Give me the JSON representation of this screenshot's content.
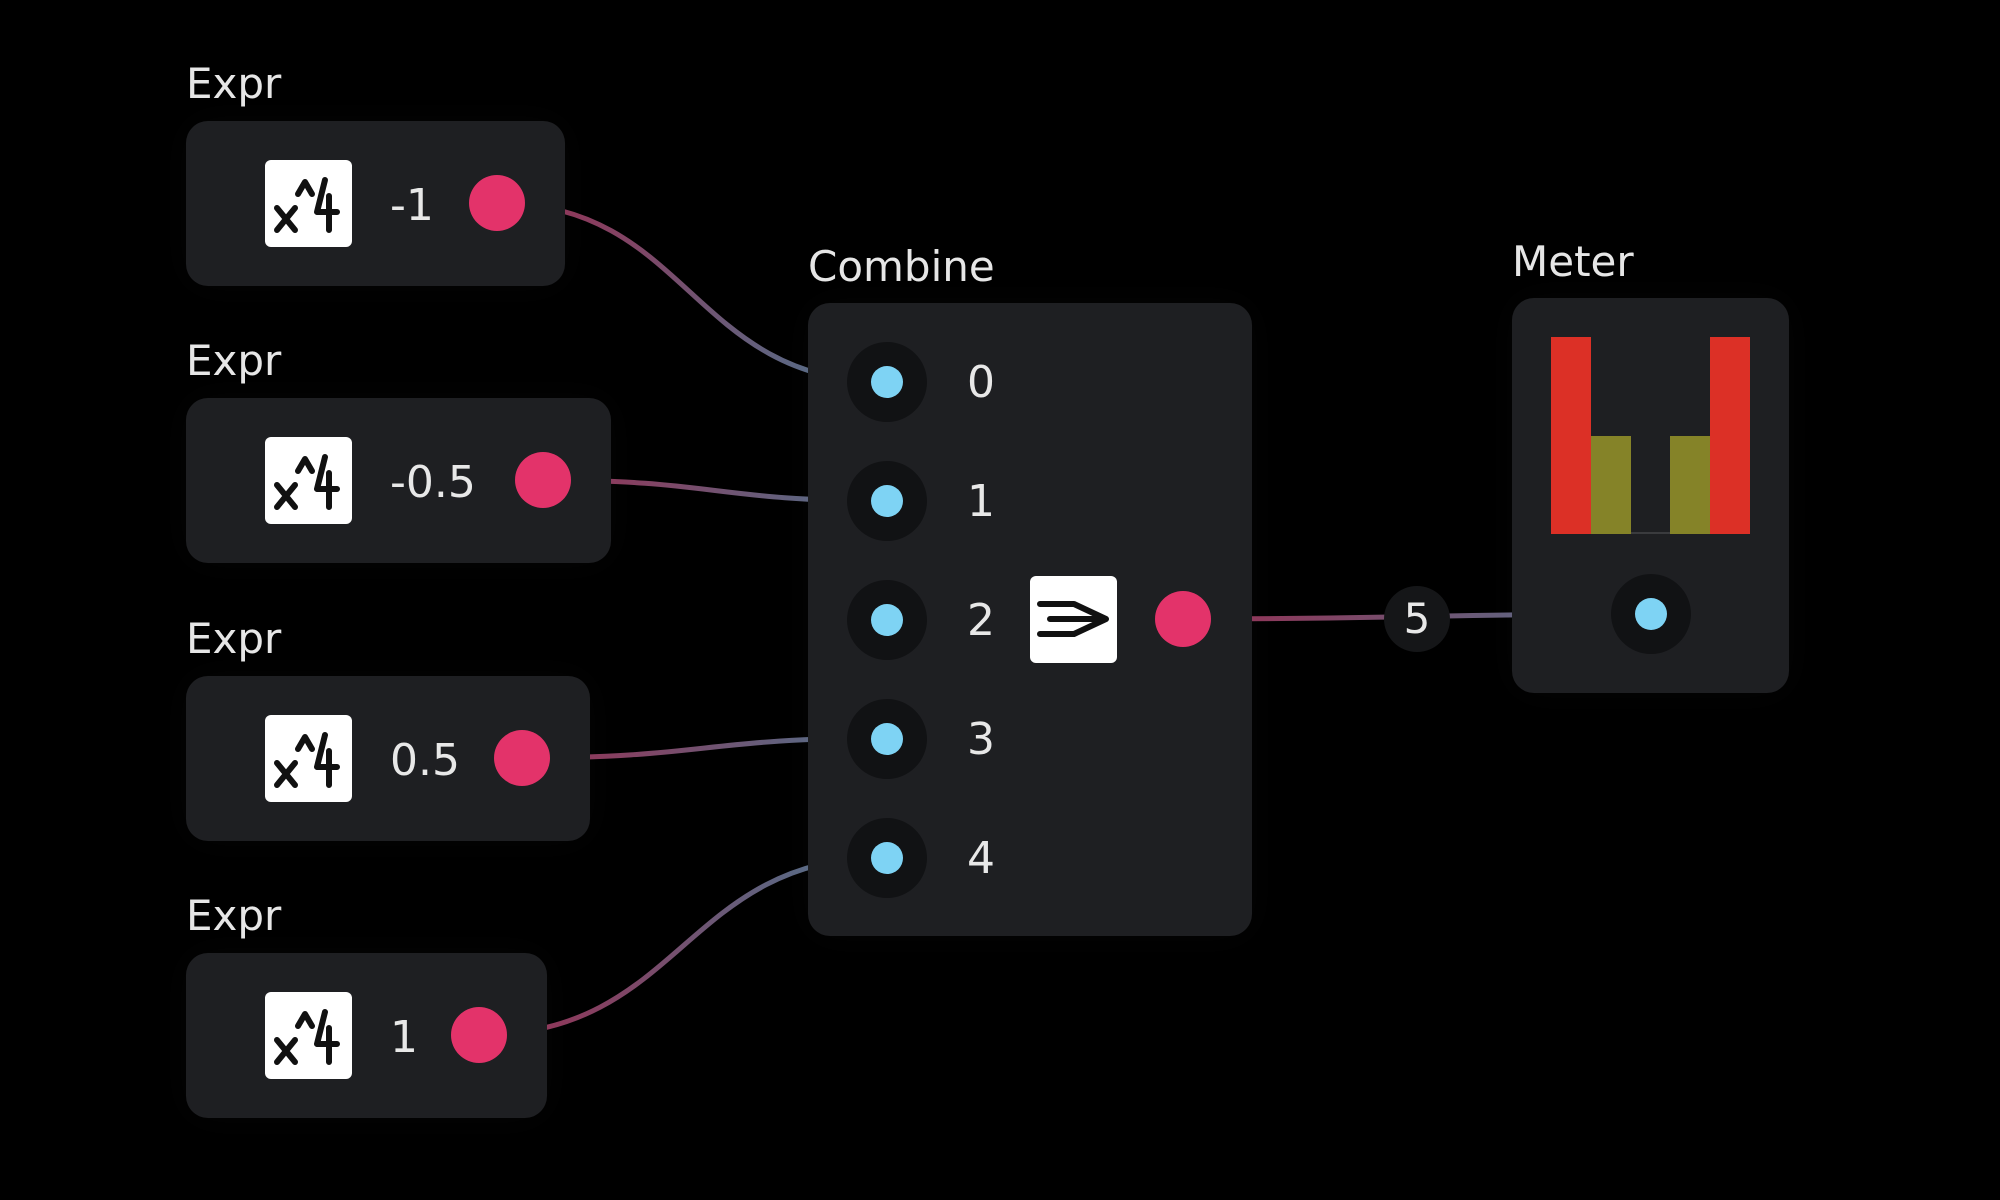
{
  "expr_nodes": [
    {
      "title": "Expr",
      "value": "-1"
    },
    {
      "title": "Expr",
      "value": "-0.5"
    },
    {
      "title": "Expr",
      "value": "0.5"
    },
    {
      "title": "Expr",
      "value": "1"
    }
  ],
  "combine": {
    "title": "Combine",
    "inputs": [
      "0",
      "1",
      "2",
      "3",
      "4"
    ]
  },
  "wire_badge": "5",
  "meter": {
    "title": "Meter",
    "levels": [
      1.0,
      0.5,
      0.0,
      0.5,
      1.0
    ]
  },
  "icons": {
    "expr": "expression-icon",
    "combine": "combine-icon"
  },
  "colors": {
    "output_port": "#e3336a",
    "input_port": "#7ed3f4",
    "meter_full": "#dc3026",
    "meter_half": "#858328",
    "background": "#000000",
    "node": "#1e1f22"
  }
}
